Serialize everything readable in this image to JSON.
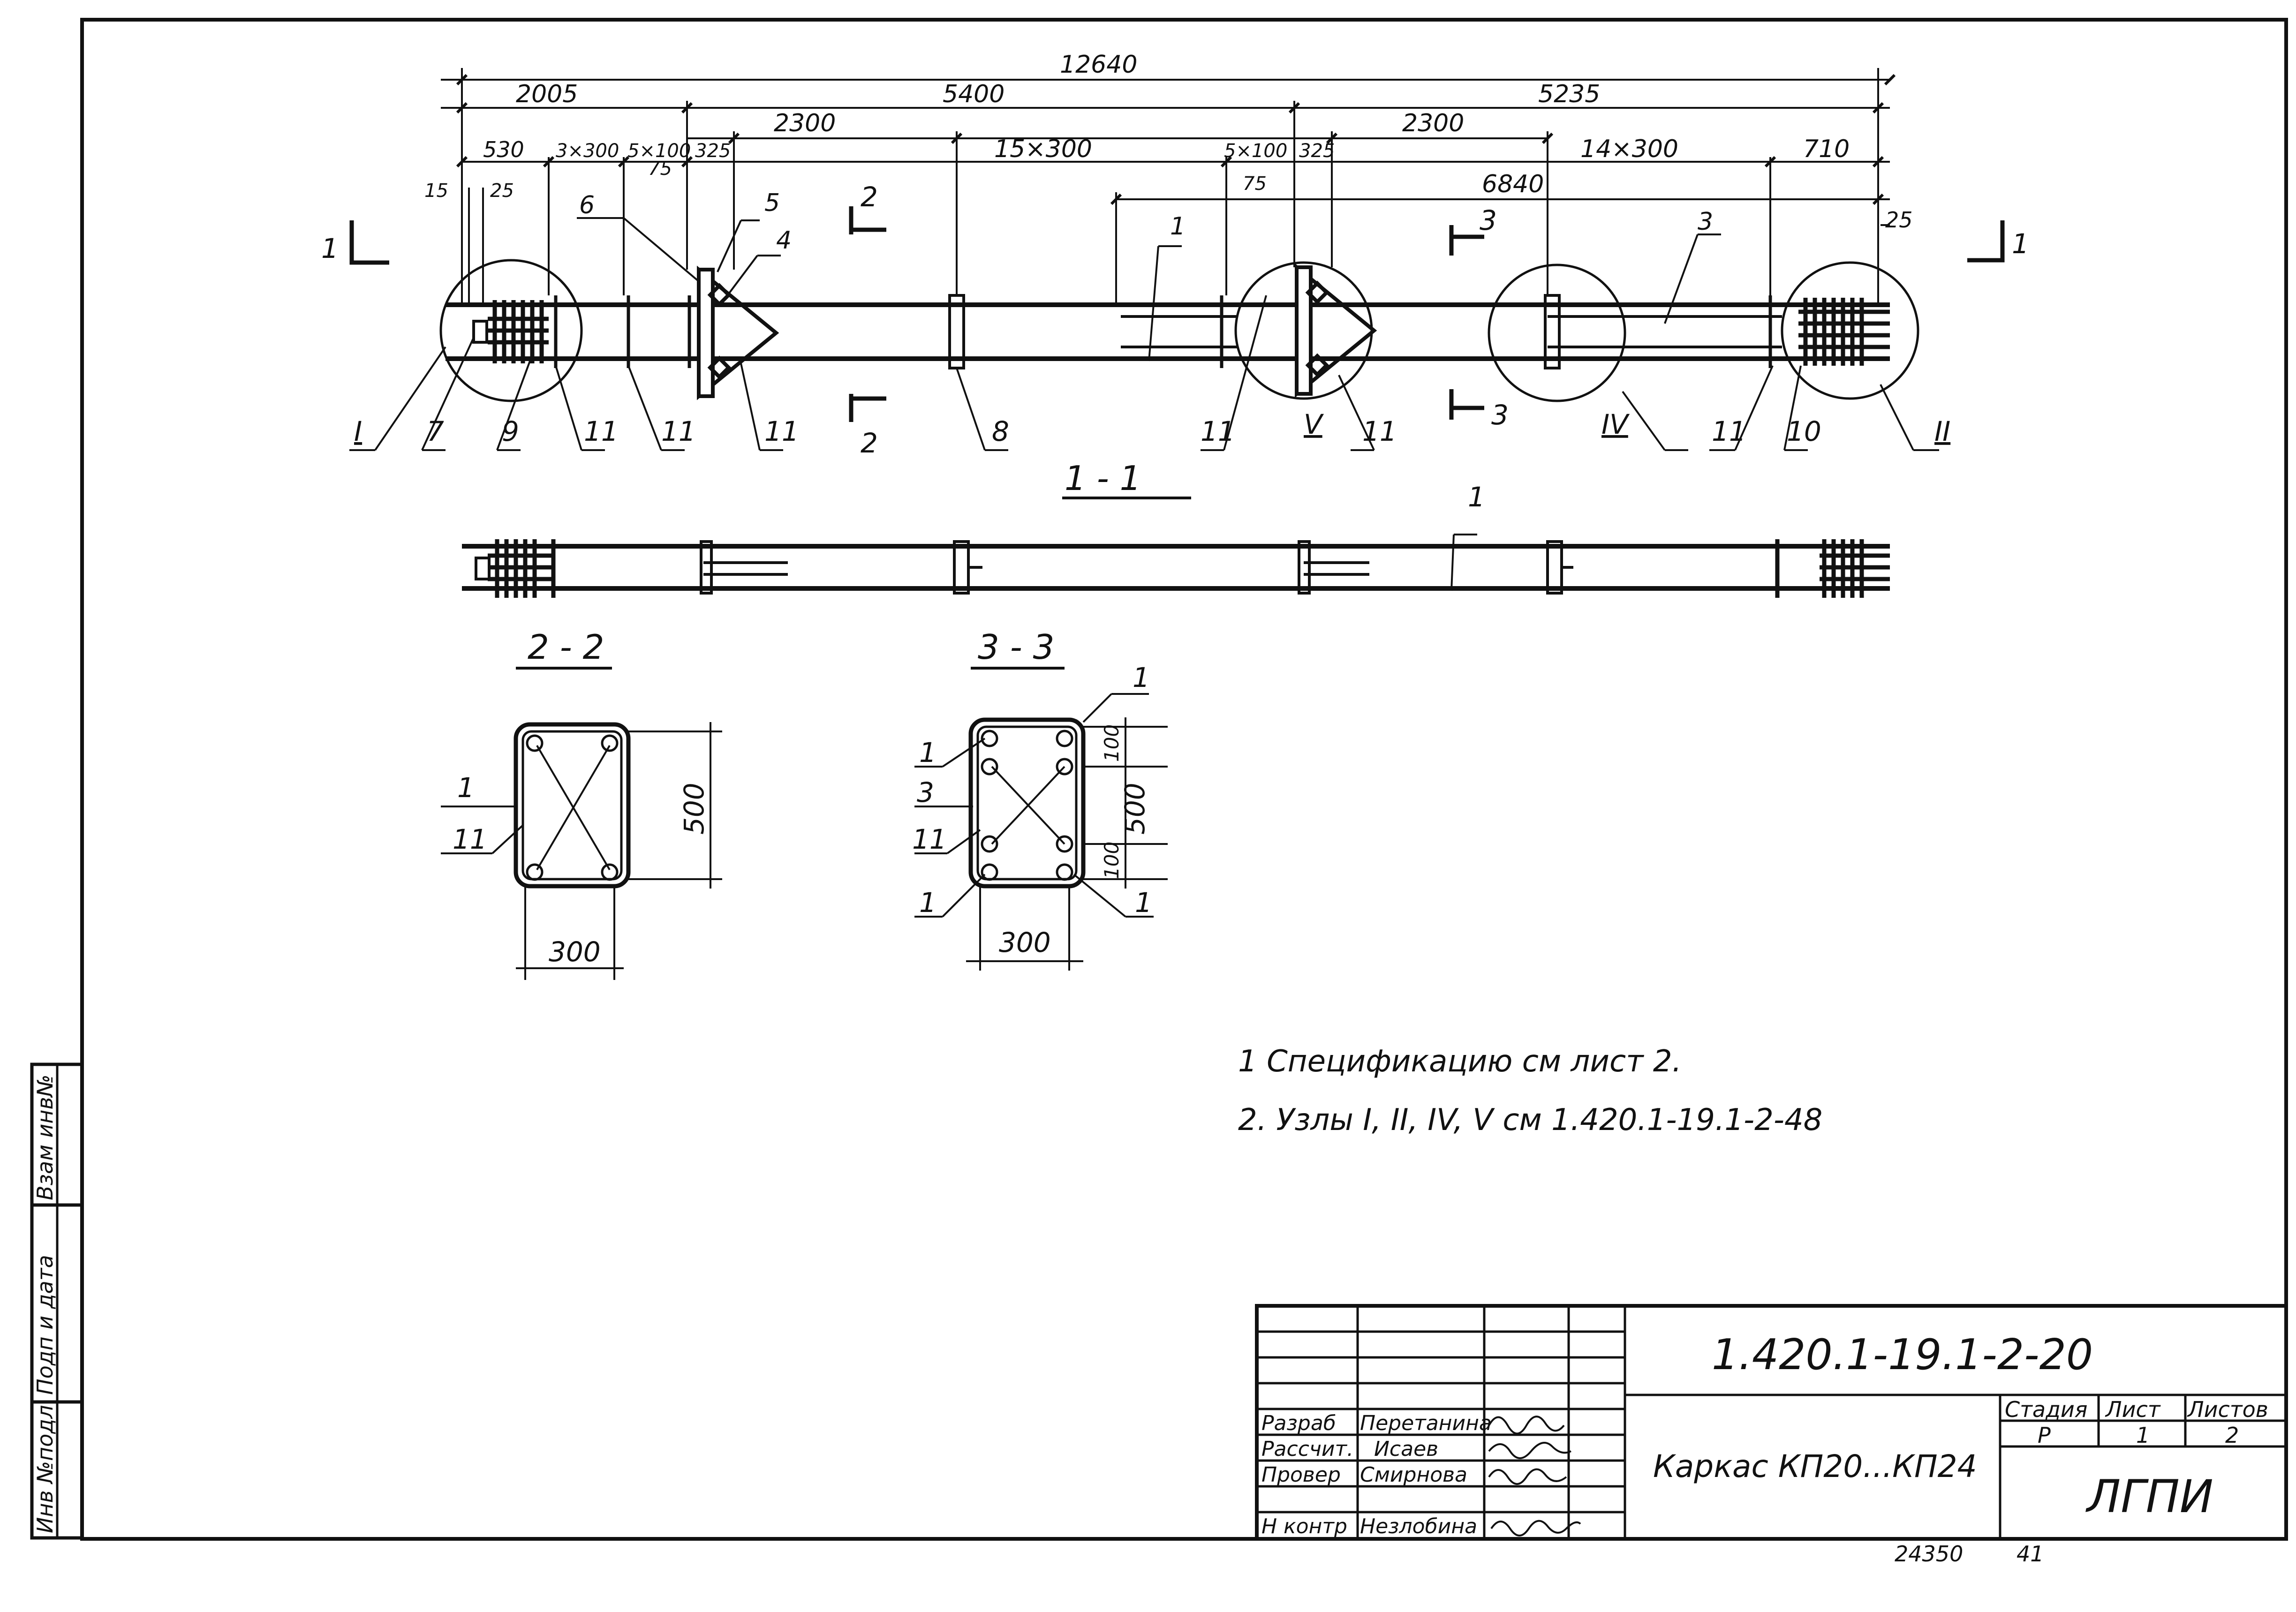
{
  "dimensions": {
    "total": "12640",
    "seg_left": "2005",
    "seg_mid": "5400",
    "seg_right": "5235",
    "d2300_a": "2300",
    "d2300_b": "2300",
    "d530": "530",
    "d3x300": "3×300",
    "d5x100_a": "5×100",
    "d325_a": "325",
    "d15x300": "15×300",
    "d5x100_b": "5×100",
    "d325_b": "325",
    "d14x300": "14×300",
    "d710": "710",
    "d6840": "6840",
    "d15": "15",
    "d25_a": "25",
    "d75_a": "75",
    "d75_b": "75",
    "d25_b": "25"
  },
  "callouts": {
    "c6": "6",
    "c5": "5",
    "c4": "4",
    "c1_top": "1",
    "c3_top": "3",
    "n_I": "I",
    "n_7": "7",
    "n_9": "9",
    "n_11a": "11",
    "n_11b": "11",
    "n_11c": "11",
    "n_8": "8",
    "n_11d": "11",
    "n_V": "V",
    "n_11e": "11",
    "n_IV": "IV",
    "n_11f": "11",
    "n_10": "10",
    "n_II": "II"
  },
  "section_marks": {
    "s1_left": "1",
    "s1_right": "1",
    "s2_top": "2",
    "s2_bottom": "2",
    "s3_top": "3",
    "s3_bottom": "3"
  },
  "section_11": {
    "title": "1 - 1",
    "callout": "1"
  },
  "section_22": {
    "title": "2 - 2",
    "label_1": "1",
    "label_11": "11",
    "height": "500",
    "width": "300"
  },
  "section_33": {
    "title": "3 - 3",
    "label_1_top": "1",
    "label_1_left": "1",
    "label_3": "3",
    "label_11": "11",
    "label_1_bl": "1",
    "label_1_br": "1",
    "d100_top": "100",
    "height": "500",
    "d100_bot": "100",
    "width": "300"
  },
  "notes": [
    "1 Спецификацию см лист 2.",
    "2. Узлы I, II, IV, V см 1.420.1-19.1-2-48"
  ],
  "side_stamp": [
    "Инв №подл",
    "Подп и дата",
    "Взам инв№"
  ],
  "title_block": {
    "doc_code": "1.420.1-19.1-2-20",
    "title": "Каркас КП20...КП24",
    "stage_header": "Стадия",
    "sheet_header": "Лист",
    "sheets_header": "Листов",
    "stage": "Р",
    "sheet": "1",
    "sheets": "2",
    "org": "ЛГПИ",
    "roles": [
      {
        "role": "Разраб",
        "name": "Перетанина"
      },
      {
        "role": "Рассчит.",
        "name": "Исаев"
      },
      {
        "role": "Провер",
        "name": "Смирнова"
      },
      {
        "role": "Н контр",
        "name": "Незлобина"
      }
    ],
    "footer_code": "24350",
    "footer_num": "41"
  }
}
